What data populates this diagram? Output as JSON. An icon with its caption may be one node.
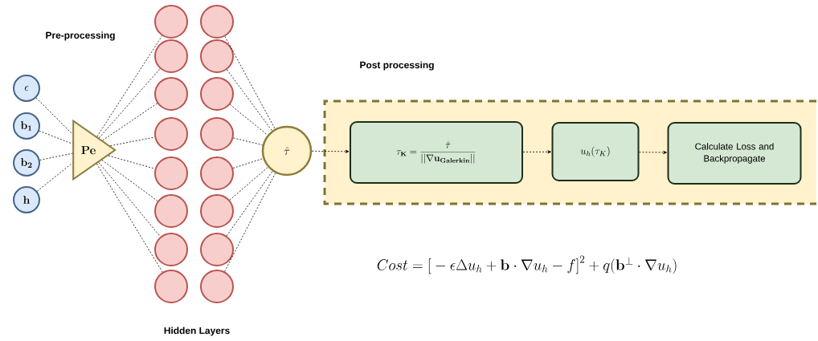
{
  "diagram": {
    "nodes": [
      {
        "text": [
          "\\epsilon"
        ]
      },
      {
        "text": [
          "\\mathbf{b_1}"
        ]
      },
      {
        "text": [
          "\\mathbf{b_2}"
        ]
      },
      {
        "text": [
          "\\mathbf{h}"
        ]
      },
      {
        "text": [
          "\\mathbf{Pe}"
        ]
      },
      {
        "text": [],
        "shape": "circle"
      },
      {
        "text": [],
        "shape": "circle"
      },
      {
        "text": [],
        "shape": "circle"
      },
      {
        "text": [],
        "shape": "circle"
      },
      {
        "text": [],
        "shape": "circle"
      },
      {
        "text": [],
        "shape": "circle"
      },
      {
        "text": [],
        "shape": "circle"
      },
      {
        "text": [],
        "shape": "circle"
      },
      {
        "text": [],
        "shape": "circle"
      },
      {
        "text": [],
        "shape": "circle"
      },
      {
        "text": [],
        "shape": "circle"
      },
      {
        "text": [],
        "shape": "circle"
      },
      {
        "text": [],
        "shape": "circle"
      },
      {
        "text": [],
        "shape": "circle"
      },
      {
        "text": [],
        "shape": "circle"
      },
      {
        "text": [],
        "shape": "circle"
      },
      {
        "text": [
          "\\hat{\\tau}"
        ]
      },
      {
        "text": [
          "Post processing"
        ]
      },
      {
        "text": [
          "\\tau_{\\mathbf{K}} = \\frac{\\hat{\\tau}}{||\\nabla \\mathbf{u}_{\\mathbf{Galerkin}}||}"
        ],
        "in": 22
      },
      {
        "text": [
          "u_h(\\tau_K)"
        ],
        "in": 22
      },
      {
        "text": [
          "Calculate Loss and Backpropagate"
        ],
        "in": 22
      }
    ],
    "edges": [
      {
        "from": 0,
        "to": 4,
        "arrow": "none",
        "style": "dashed"
      },
      {
        "from": 1,
        "to": 4,
        "arrow": "none",
        "style": "dashed"
      },
      {
        "from": 2,
        "to": 4,
        "arrow": "none",
        "style": "dashed"
      },
      {
        "from": 3,
        "to": 4,
        "arrow": "none",
        "style": "dashed"
      },
      {
        "from": 4,
        "to": 5,
        "arrow": "none",
        "style": "dashed"
      },
      {
        "from": 4,
        "to": 6,
        "arrow": "none",
        "style": "dashed"
      },
      {
        "from": 4,
        "to": 7,
        "arrow": "none",
        "style": "dashed"
      },
      {
        "from": 4,
        "to": 8,
        "arrow": "none",
        "style": "dashed"
      },
      {
        "from": 4,
        "to": 9,
        "arrow": "none",
        "style": "dashed"
      },
      {
        "from": 4,
        "to": 10,
        "arrow": "none",
        "style": "dashed"
      },
      {
        "from": 4,
        "to": 11,
        "arrow": "none",
        "style": "dashed"
      },
      {
        "from": 4,
        "to": 12,
        "arrow": "none",
        "style": "dashed"
      },
      {
        "from": 13,
        "to": 21,
        "arrow": "none",
        "style": "dashed"
      },
      {
        "from": 14,
        "to": 21,
        "arrow": "none",
        "style": "dashed"
      },
      {
        "from": 15,
        "to": 21,
        "arrow": "none",
        "style": "dashed"
      },
      {
        "from": 16,
        "to": 21,
        "arrow": "none",
        "style": "dashed"
      },
      {
        "from": 17,
        "to": 21,
        "arrow": "none",
        "style": "dashed"
      },
      {
        "from": 18,
        "to": 21,
        "arrow": "none",
        "style": "dashed"
      },
      {
        "from": 19,
        "to": 21,
        "arrow": "none",
        "style": "dashed"
      },
      {
        "from": 20,
        "to": 21,
        "arrow": "none",
        "style": "dashed"
      },
      {
        "from": 21,
        "to": 23,
        "arrow": "to",
        "style": "dashed"
      },
      {
        "from": 23,
        "to": 24,
        "arrow": "to",
        "style": "dashed"
      },
      {
        "from": 24,
        "to": 25,
        "arrow": "to",
        "style": "dashed"
      }
    ],
    "labels": [
      "Pre-processing",
      "Hidden Layers",
      "Cost = \\big[-\\epsilon\\Delta u_h + \\mathbf{b}\\cdot\\nabla u_h - f\\big]^2 + q(\\mathbf{b}^{\\perp}\\cdot\\nabla u_h)"
    ]
  }
}
